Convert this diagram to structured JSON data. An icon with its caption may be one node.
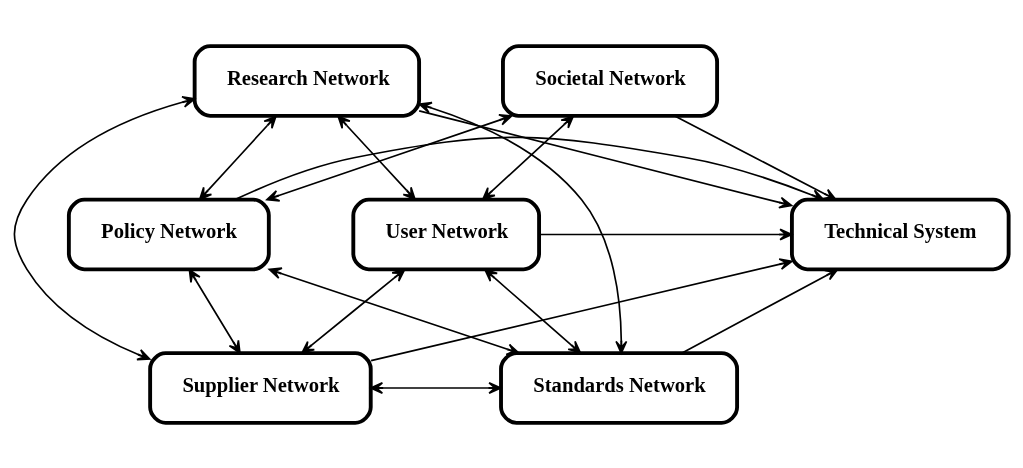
{
  "diagram": {
    "nodes": [
      {
        "text": [
          "Societal Network"
        ]
      },
      {
        "text": [
          "Research Network"
        ]
      },
      {
        "text": [
          "Policy Network"
        ]
      },
      {
        "text": [
          "User Network"
        ]
      },
      {
        "text": [
          "Technical System"
        ]
      },
      {
        "text": [
          "Supplier Network"
        ]
      },
      {
        "text": [
          "Standards Network"
        ]
      }
    ],
    "edges": [
      {
        "from": 0,
        "to": 3,
        "arrow": "both"
      },
      {
        "from": 0,
        "to": 4,
        "arrow": "to"
      },
      {
        "from": 0,
        "to": 2,
        "arrow": "both"
      },
      {
        "from": 3,
        "to": 1,
        "arrow": "both"
      },
      {
        "from": 1,
        "to": 4,
        "arrow": "to"
      },
      {
        "from": 1,
        "to": 2,
        "arrow": "both"
      },
      {
        "from": 3,
        "to": 4,
        "arrow": "to"
      },
      {
        "from": 2,
        "to": 4,
        "arrow": "to"
      },
      {
        "from": 3,
        "to": 6,
        "arrow": "both"
      },
      {
        "from": 3,
        "to": 5,
        "arrow": "both"
      },
      {
        "from": 5,
        "to": 4,
        "arrow": "to"
      },
      {
        "from": 6,
        "to": 4,
        "arrow": "to"
      },
      {
        "from": 1,
        "to": 5,
        "arrow": "both"
      },
      {
        "from": 1,
        "to": 6,
        "arrow": "both"
      },
      {
        "from": 2,
        "to": 5,
        "arrow": "both"
      },
      {
        "from": 2,
        "to": 6,
        "arrow": "both"
      },
      {
        "from": 5,
        "to": 6,
        "arrow": "both"
      }
    ]
  }
}
